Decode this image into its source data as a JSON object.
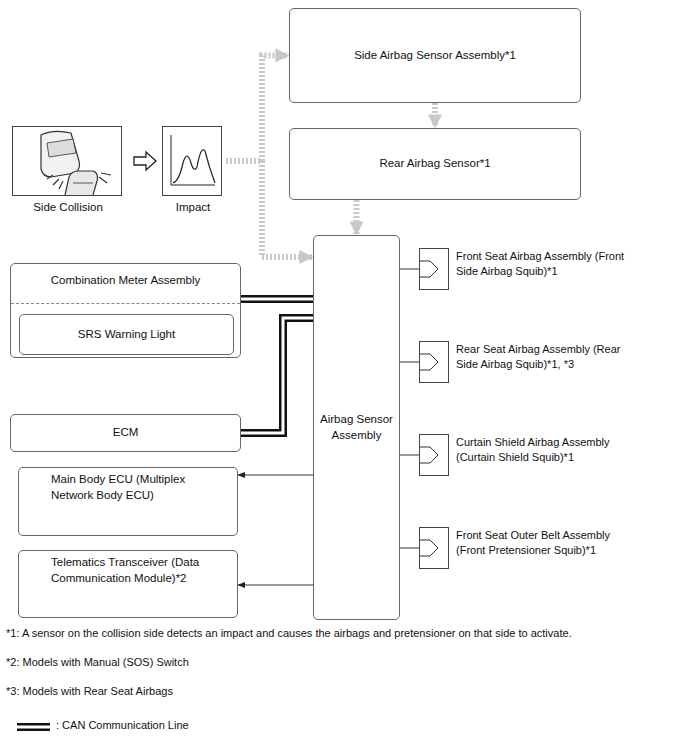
{
  "diagram": {
    "nodes": [
      {
        "text": [
          "Side Collision"
        ]
      },
      {
        "text": [
          "Impact"
        ]
      },
      {
        "text": [
          "Side Airbag Sensor Assembly*1"
        ]
      },
      {
        "text": [
          "Rear Airbag Sensor*1"
        ]
      },
      {
        "text": [
          "Combination Meter Assembly"
        ]
      },
      {
        "text": [
          "SRS Warning Light"
        ],
        "in": 4
      },
      {
        "text": [
          "ECM"
        ]
      },
      {
        "text": [
          "Main Body ECU (Multiplex Network Body ECU)"
        ]
      },
      {
        "text": [
          "Telematics Transceiver (Data Communication Module)*2"
        ]
      },
      {
        "text": [
          "Airbag Sensor Assembly"
        ]
      },
      {
        "text": [
          "Front Seat Airbag Assembly (Front Side Airbag Squib)*1"
        ]
      },
      {
        "text": [
          "Rear Seat Airbag Assembly (Rear Side Airbag Squib)*1, *3"
        ]
      },
      {
        "text": [
          "Curtain Shield Airbag Assembly (Curtain Shield Squib)*1"
        ]
      },
      {
        "text": [
          "Front Seat Outer Belt Assembly (Front Pretensioner Squib)*1"
        ]
      }
    ],
    "edges": [
      {
        "from": 0,
        "to": 1,
        "arrow": "to"
      },
      {
        "from": 1,
        "to": 2,
        "arrow": "to"
      },
      {
        "from": 1,
        "to": 9,
        "arrow": "to"
      },
      {
        "from": 2,
        "to": 3,
        "arrow": "to"
      },
      {
        "from": 3,
        "to": 9,
        "arrow": "to"
      },
      {
        "from": 9,
        "to": 4,
        "arrow": "none"
      },
      {
        "from": 9,
        "to": 6,
        "arrow": "none"
      },
      {
        "from": 9,
        "to": 7,
        "arrow": "to"
      },
      {
        "from": 9,
        "to": 8,
        "arrow": "to"
      },
      {
        "from": 9,
        "to": 10,
        "arrow": "none"
      },
      {
        "from": 9,
        "to": 11,
        "arrow": "none"
      },
      {
        "from": 9,
        "to": 12,
        "arrow": "none"
      },
      {
        "from": 9,
        "to": 13,
        "arrow": "none"
      }
    ],
    "labels": [
      "*1: A sensor on the collision side detects an impact and causes the airbags and pretensioner on that side to activate.",
      "*2: Models with Manual (SOS) Switch",
      "*3: Models with Rear Seat Airbags"
    ],
    "legend": [
      {
        "text": ": CAN Communication Line"
      }
    ]
  }
}
